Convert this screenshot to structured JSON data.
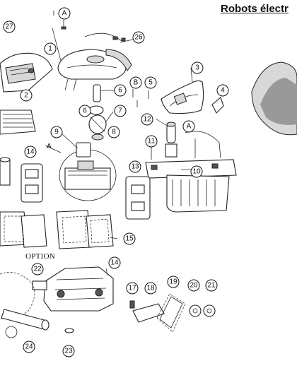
{
  "header": {
    "title": "Robots électr"
  },
  "option_label": "OPTION",
  "callouts": [
    {
      "id": "27",
      "label": "27"
    },
    {
      "id": "A-top",
      "label": "A"
    },
    {
      "id": "26",
      "label": "26"
    },
    {
      "id": "1",
      "label": "1"
    },
    {
      "id": "2",
      "label": "2"
    },
    {
      "id": "3",
      "label": "3"
    },
    {
      "id": "4",
      "label": "4"
    },
    {
      "id": "5",
      "label": "5"
    },
    {
      "id": "6a",
      "label": "6"
    },
    {
      "id": "B",
      "label": "B"
    },
    {
      "id": "6b",
      "label": "6"
    },
    {
      "id": "7",
      "label": "7"
    },
    {
      "id": "8",
      "label": "8"
    },
    {
      "id": "9",
      "label": "9"
    },
    {
      "id": "12",
      "label": "12"
    },
    {
      "id": "A-mid",
      "label": "A"
    },
    {
      "id": "11",
      "label": "11"
    },
    {
      "id": "10",
      "label": "10"
    },
    {
      "id": "14a",
      "label": "14"
    },
    {
      "id": "13",
      "label": "13"
    },
    {
      "id": "15",
      "label": "15"
    },
    {
      "id": "22",
      "label": "22"
    },
    {
      "id": "14b",
      "label": "14"
    },
    {
      "id": "17",
      "label": "17"
    },
    {
      "id": "18",
      "label": "18"
    },
    {
      "id": "19",
      "label": "19"
    },
    {
      "id": "20",
      "label": "20"
    },
    {
      "id": "21",
      "label": "21"
    },
    {
      "id": "24",
      "label": "24"
    },
    {
      "id": "23",
      "label": "23"
    }
  ],
  "detail_marker": "A"
}
